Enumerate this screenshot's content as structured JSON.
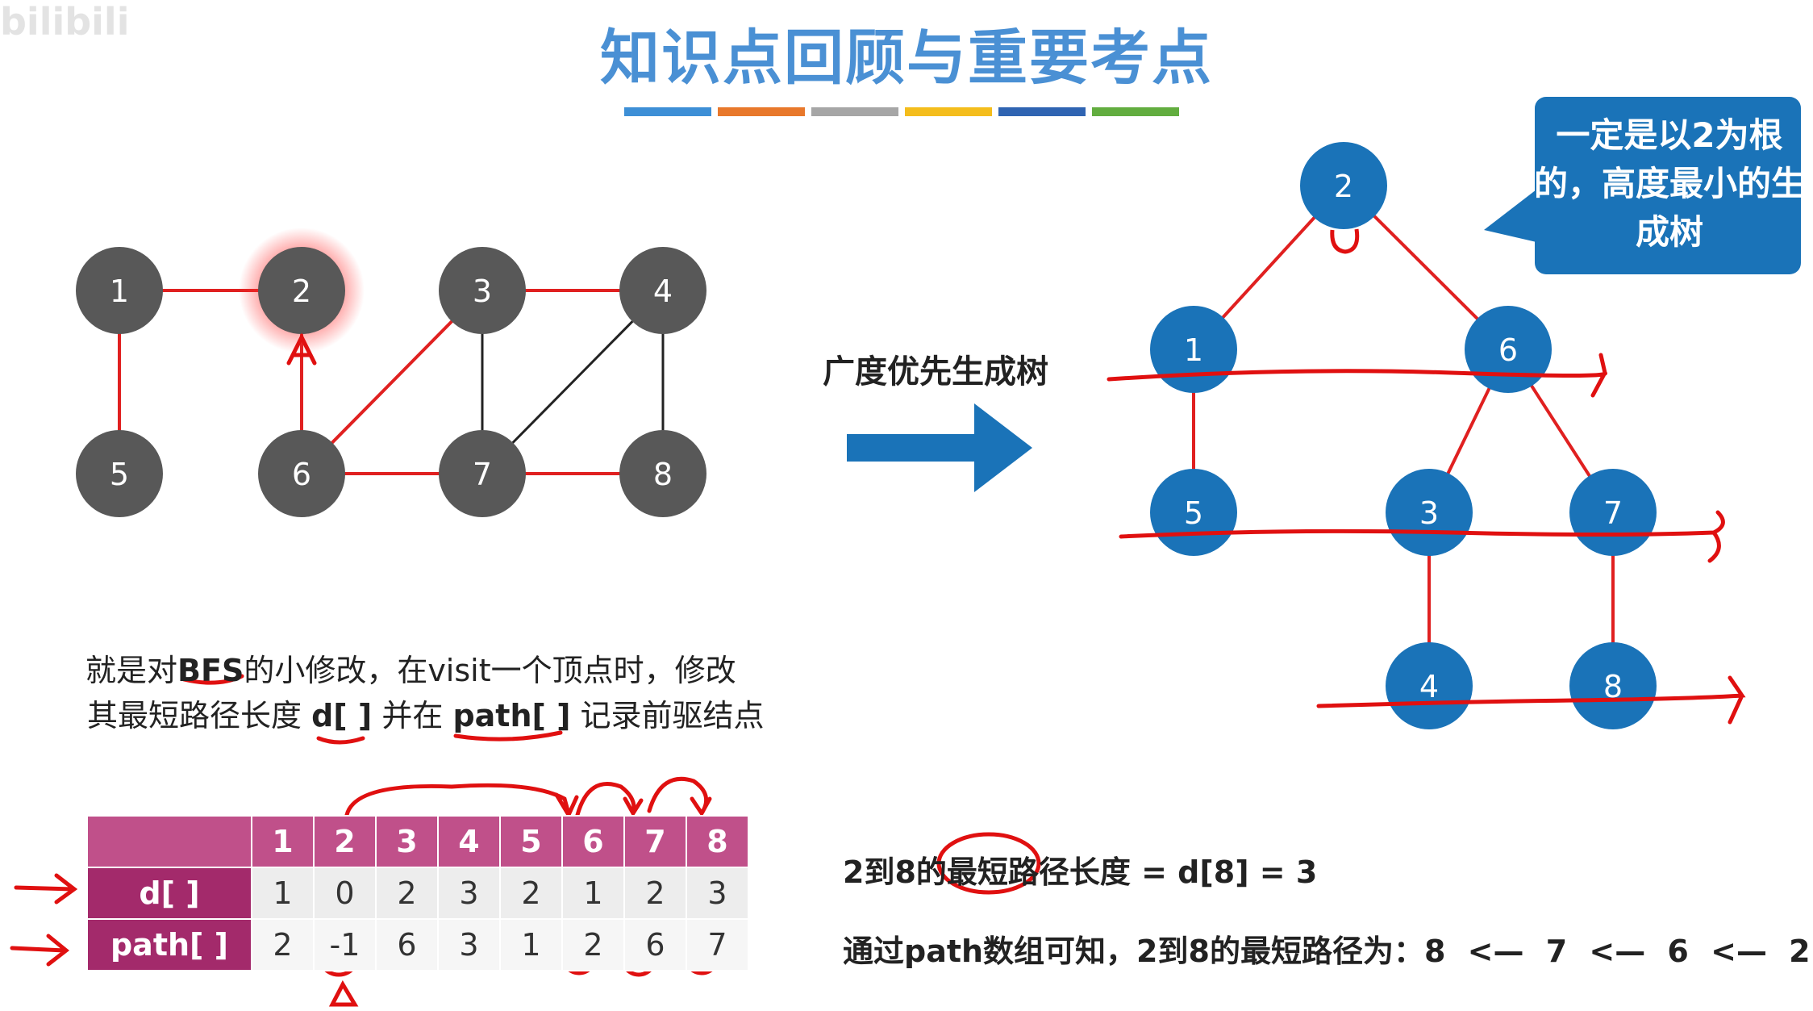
{
  "watermark": "bilibili",
  "title": "知识点回顾与重要考点",
  "title_bar_colors": [
    "#3d8fd6",
    "#e8782b",
    "#a6a6a6",
    "#f4bd1c",
    "#2f64b2",
    "#62ad3f"
  ],
  "colors": {
    "gray_node": "#585858",
    "blue_node": "#1a73b8",
    "tree_edge": "#e02020",
    "plain_edge": "#222222",
    "annotation": "#e01010",
    "table_header": "#c0508a",
    "table_rowhdr": "#a32a6b"
  },
  "graph": {
    "nodes": [
      "1",
      "2",
      "3",
      "4",
      "5",
      "6",
      "7",
      "8"
    ],
    "highlighted_node": "2",
    "tree_edges": [
      [
        "1",
        "2"
      ],
      [
        "1",
        "5"
      ],
      [
        "2",
        "6"
      ],
      [
        "6",
        "3"
      ],
      [
        "6",
        "7"
      ],
      [
        "3",
        "4"
      ],
      [
        "7",
        "8"
      ]
    ],
    "other_edges": [
      [
        "3",
        "7"
      ],
      [
        "4",
        "7"
      ],
      [
        "4",
        "8"
      ]
    ]
  },
  "arrow_label": "广度优先生成树",
  "callout": {
    "text": "一定是以2为根的，高度最小的生成树"
  },
  "tree": {
    "nodes": [
      "2",
      "1",
      "6",
      "5",
      "3",
      "7",
      "4",
      "8"
    ],
    "edges": [
      [
        "2",
        "1"
      ],
      [
        "2",
        "6"
      ],
      [
        "1",
        "5"
      ],
      [
        "6",
        "3"
      ],
      [
        "6",
        "7"
      ],
      [
        "3",
        "4"
      ],
      [
        "7",
        "8"
      ]
    ]
  },
  "description": {
    "line1_prefix": "就是对",
    "line1_bfs": "BFS",
    "line1_suffix": "的小修改，在visit一个顶点时，修改",
    "line2_prefix": "其最短路径长度 ",
    "line2_d": "d[ ]",
    "line2_middle": " 并在 ",
    "line2_path": "path[ ]",
    "line2_suffix": " 记录前驱结点"
  },
  "table": {
    "columns": [
      "1",
      "2",
      "3",
      "4",
      "5",
      "6",
      "7",
      "8"
    ],
    "rows": [
      {
        "label": "d[ ]",
        "values": [
          "1",
          "0",
          "2",
          "3",
          "2",
          "1",
          "2",
          "3"
        ]
      },
      {
        "label": "path[ ]",
        "values": [
          "2",
          "-1",
          "6",
          "3",
          "1",
          "2",
          "6",
          "7"
        ]
      }
    ]
  },
  "summary": {
    "line1": "2到8的最短路径长度 = d[8] = 3",
    "line2_prefix": "通过path数组可知，2到8的最短路径为：",
    "line2_path": "8 <— 7 <— 6 <— 2"
  }
}
